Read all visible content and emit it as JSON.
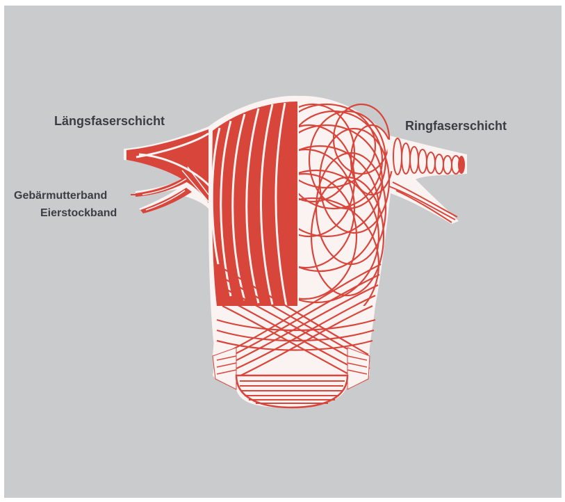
{
  "labels": {
    "longitudinal_layer": "Längsfaserschicht",
    "circular_layer": "Ringfaserschicht",
    "uterine_ligament": "Gebärmutterband",
    "ovarian_ligament": "Eierstockband"
  },
  "colors": {
    "background": "#c9cbcd",
    "muscle_red": "#d8453a",
    "fiber_white": "#fbf2f2",
    "text": "#3b3d42"
  }
}
